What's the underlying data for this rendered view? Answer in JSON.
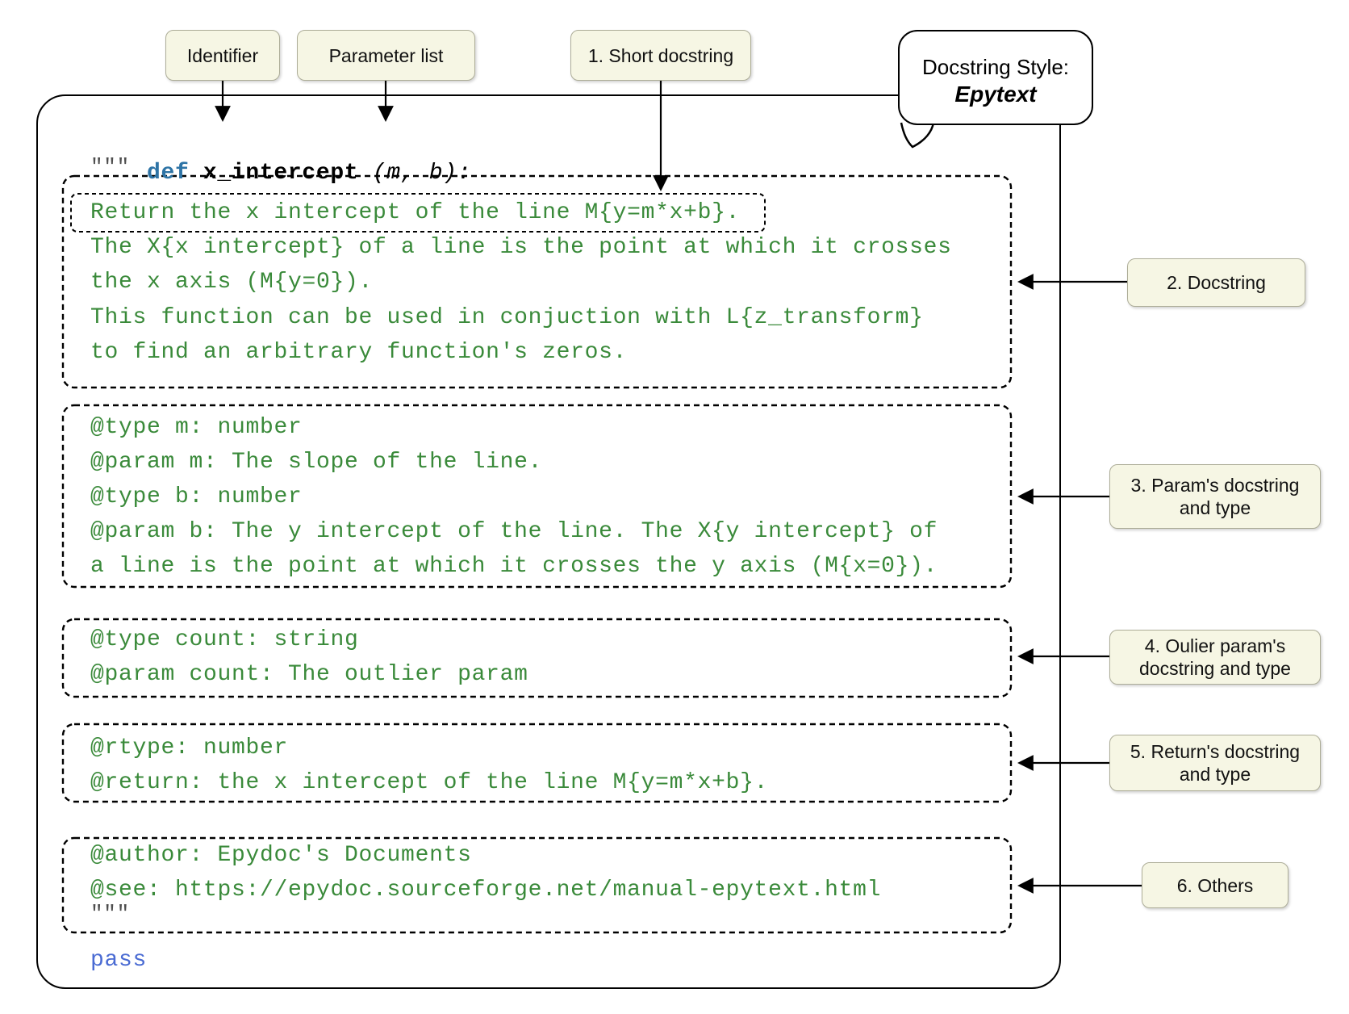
{
  "callout": {
    "title": "Docstring Style:",
    "style_name": "Epytext"
  },
  "top_labels": {
    "identifier": "Identifier",
    "parameter_list": "Parameter list",
    "short_docstring": "1. Short docstring"
  },
  "side_labels": {
    "docstring": {
      "line1": "2. Docstring"
    },
    "params": {
      "line1": "3. Param's docstring",
      "line2": "and type"
    },
    "outlier": {
      "line1": "4. Oulier param's",
      "line2": "docstring and type"
    },
    "returns": {
      "line1": "5. Return's docstring",
      "line2": "and type"
    },
    "others": {
      "line1": "6. Others"
    }
  },
  "code": {
    "keyword": "def",
    "function_name": "x_intercept",
    "parameters": "(m, b):",
    "quote_open": "\"\"\"",
    "quote_close": "\"\"\"",
    "pass_statement": "pass"
  },
  "boxes": {
    "docstring": {
      "highlight": "Return the x intercept of the line M{y=m*x+b}.",
      "lines": [
        "The X{x intercept} of a line is the point at which it crosses",
        "the x axis (M{y=0}).",
        "This function can be used in conjuction with L{z_transform}",
        "to find an arbitrary function's zeros."
      ]
    },
    "params": {
      "lines": [
        "@type m: number",
        "@param m: The slope of the line.",
        "@type b: number",
        "@param b: The y intercept of the line. The X{y intercept} of",
        "a line is the point at which it crosses the y axis (M{x=0})."
      ]
    },
    "outlier": {
      "lines": [
        "@type count: string",
        "@param count: The outlier param"
      ]
    },
    "returns": {
      "lines": [
        "@rtype: number",
        "@return: the x intercept of the line M{y=m*x+b}."
      ]
    },
    "others": {
      "lines": [
        "@author: Epydoc's Documents",
        "@see: https://epydoc.sourceforge.net/manual-epytext.html"
      ]
    }
  },
  "colors": {
    "code_green": "#3a8a3a",
    "keyword_blue": "#2e74a6",
    "pass_blue": "#4a6bd3",
    "quote_gray": "#4d4d4d",
    "label_fill": "#f6f6e4",
    "label_border": "#adad98",
    "line_black": "#000000"
  }
}
